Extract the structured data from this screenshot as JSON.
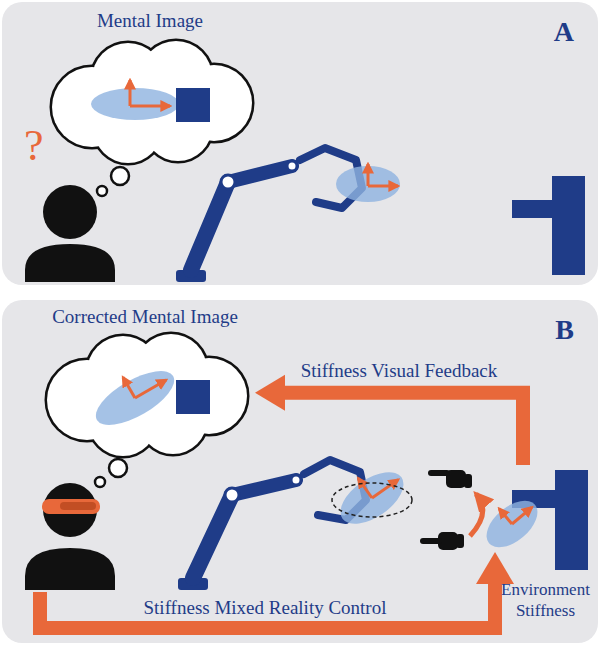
{
  "diagram": {
    "nodes": [
      {
        "text": [
          "A"
        ]
      },
      {
        "text": [
          "Mental Image"
        ],
        "in": 0
      },
      {
        "text": [
          "B"
        ]
      },
      {
        "text": [
          "Corrected Mental Image"
        ],
        "in": 2
      },
      {
        "text": [
          "Environment Stiffness"
        ],
        "in": 2
      }
    ],
    "edges": [
      {
        "from": 4,
        "to": 3,
        "arrow": "to",
        "label": "Stiffness Visual Feedback"
      }
    ],
    "labels": [
      "?",
      "Stiffness Mixed Reality Control"
    ]
  }
}
